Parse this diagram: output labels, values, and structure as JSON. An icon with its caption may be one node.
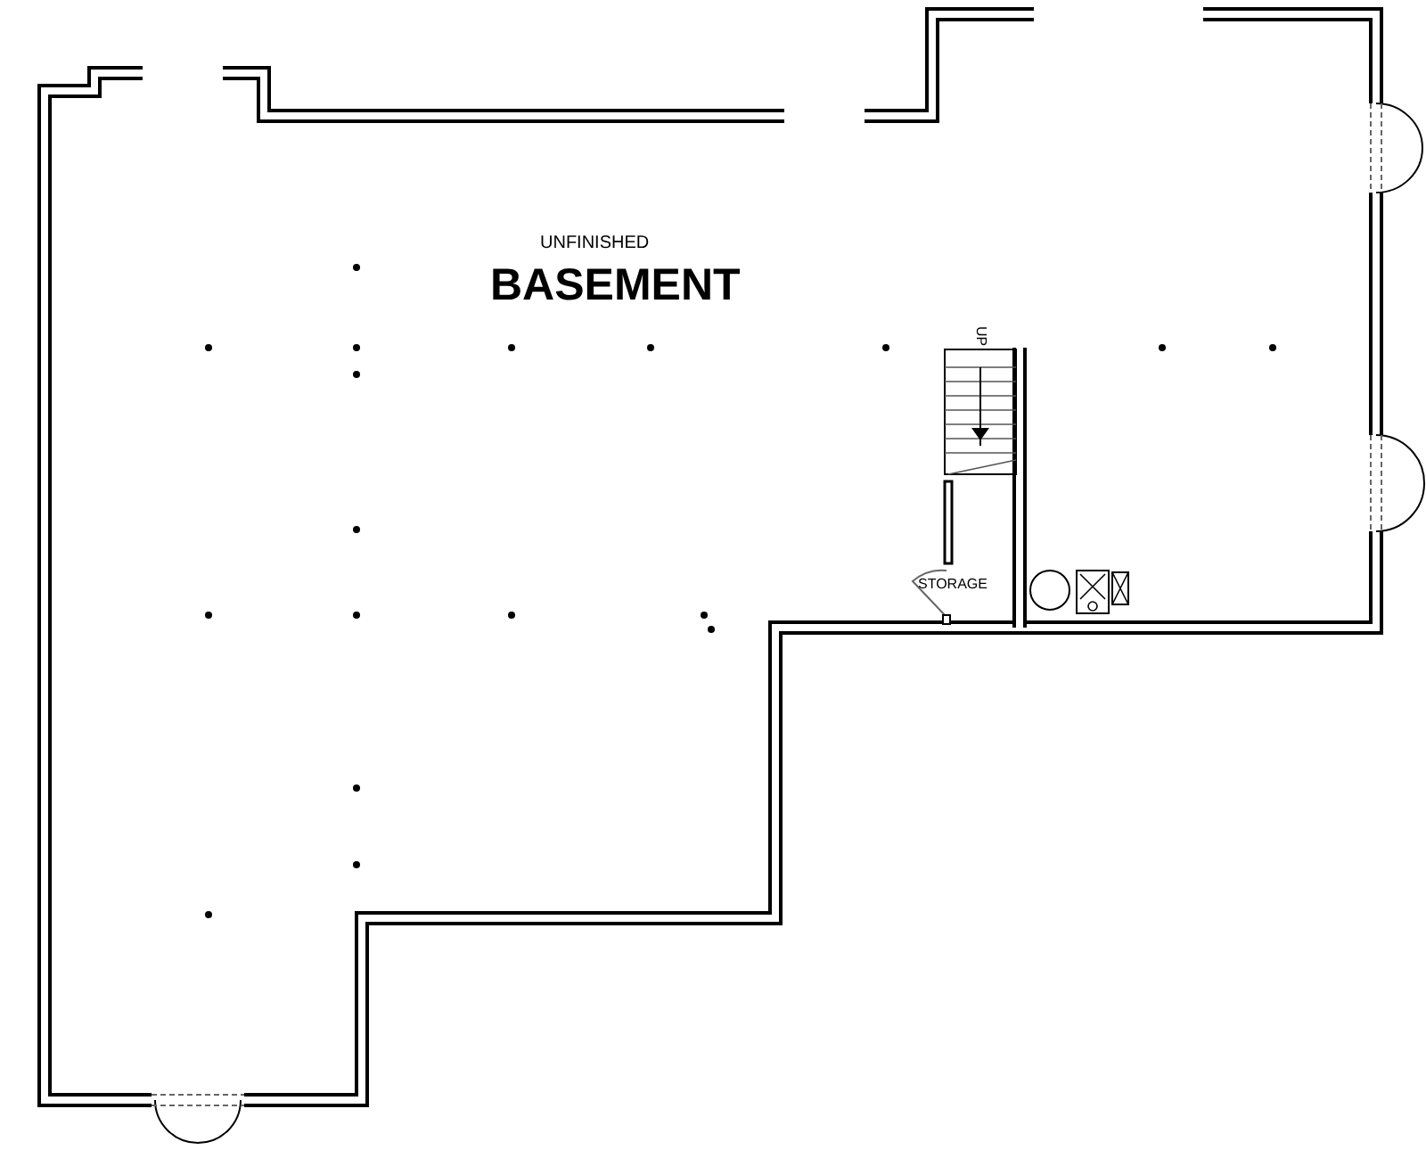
{
  "diagram": {
    "labels": [
      "UNFINISHED",
      "BASEMENT",
      "UP",
      "STORAGE"
    ]
  }
}
